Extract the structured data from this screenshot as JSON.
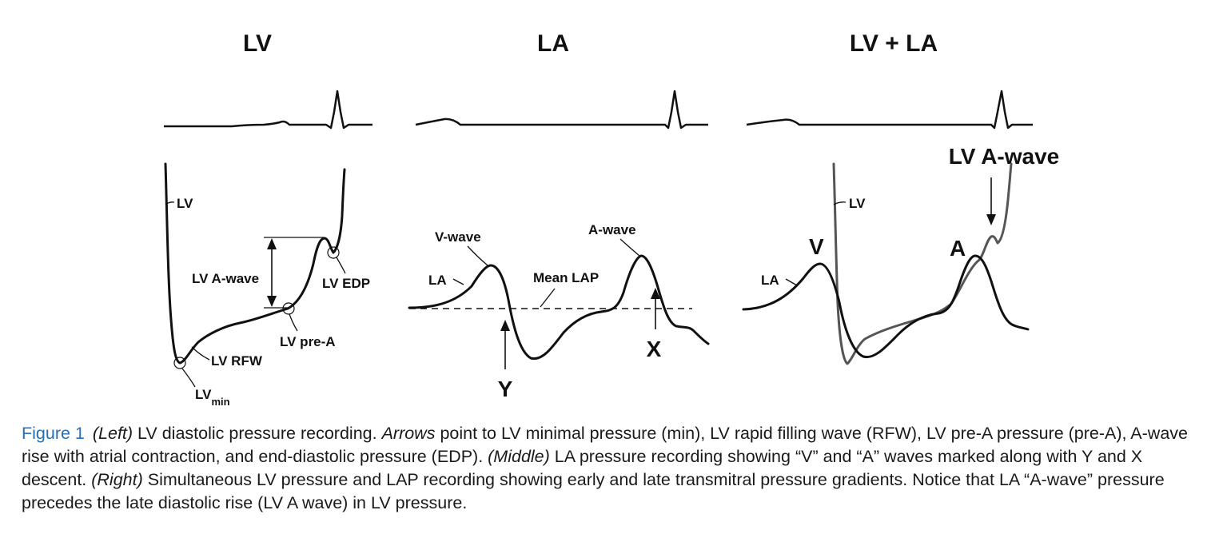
{
  "panels": {
    "left": {
      "title": "LV",
      "labels": {
        "lv": "LV",
        "lv_a_wave": "LV A-wave",
        "lv_edp": "LV EDP",
        "lv_pre_a": "LV pre-A",
        "lv_rfw": "LV RFW",
        "lv_min_main": "LV",
        "lv_min_sub": "min"
      }
    },
    "middle": {
      "title": "LA",
      "labels": {
        "v_wave": "V-wave",
        "a_wave": "A-wave",
        "la": "LA",
        "mean_lap": "Mean LAP",
        "x": "X",
        "y": "Y"
      }
    },
    "right": {
      "title": "LV + LA",
      "labels": {
        "lv_a_wave": "LV A-wave",
        "lv": "LV",
        "v": "V",
        "a": "A",
        "la": "LA"
      }
    }
  },
  "caption": {
    "figure_label": "Figure 1",
    "segments": [
      {
        "text": "(Left)",
        "italic": true
      },
      {
        "text": " LV diastolic pressure recording. ",
        "italic": false
      },
      {
        "text": "Arrows",
        "italic": true
      },
      {
        "text": " point to LV minimal pressure (min), LV rapid filling wave (RFW), LV pre-A pressure (pre-A), A-wave rise with atrial contraction, and end-diastolic pressure (EDP). ",
        "italic": false
      },
      {
        "text": "(Middle)",
        "italic": true
      },
      {
        "text": " LA pressure recording showing “V” and “A” waves marked along with Y and X descent. ",
        "italic": false
      },
      {
        "text": "(Right)",
        "italic": true
      },
      {
        "text": " Simultaneous LV pressure and LAP recording showing early and late transmitral pressure gradients. Notice that LA “A-wave” pressure precedes the late diastolic rise (LV A wave) in LV pressure.",
        "italic": false
      }
    ]
  },
  "colors": {
    "trace": "#111111",
    "trace_secondary": "#555555",
    "figure_label": "#2a6fb0",
    "caption_text": "#1a1a1a"
  }
}
